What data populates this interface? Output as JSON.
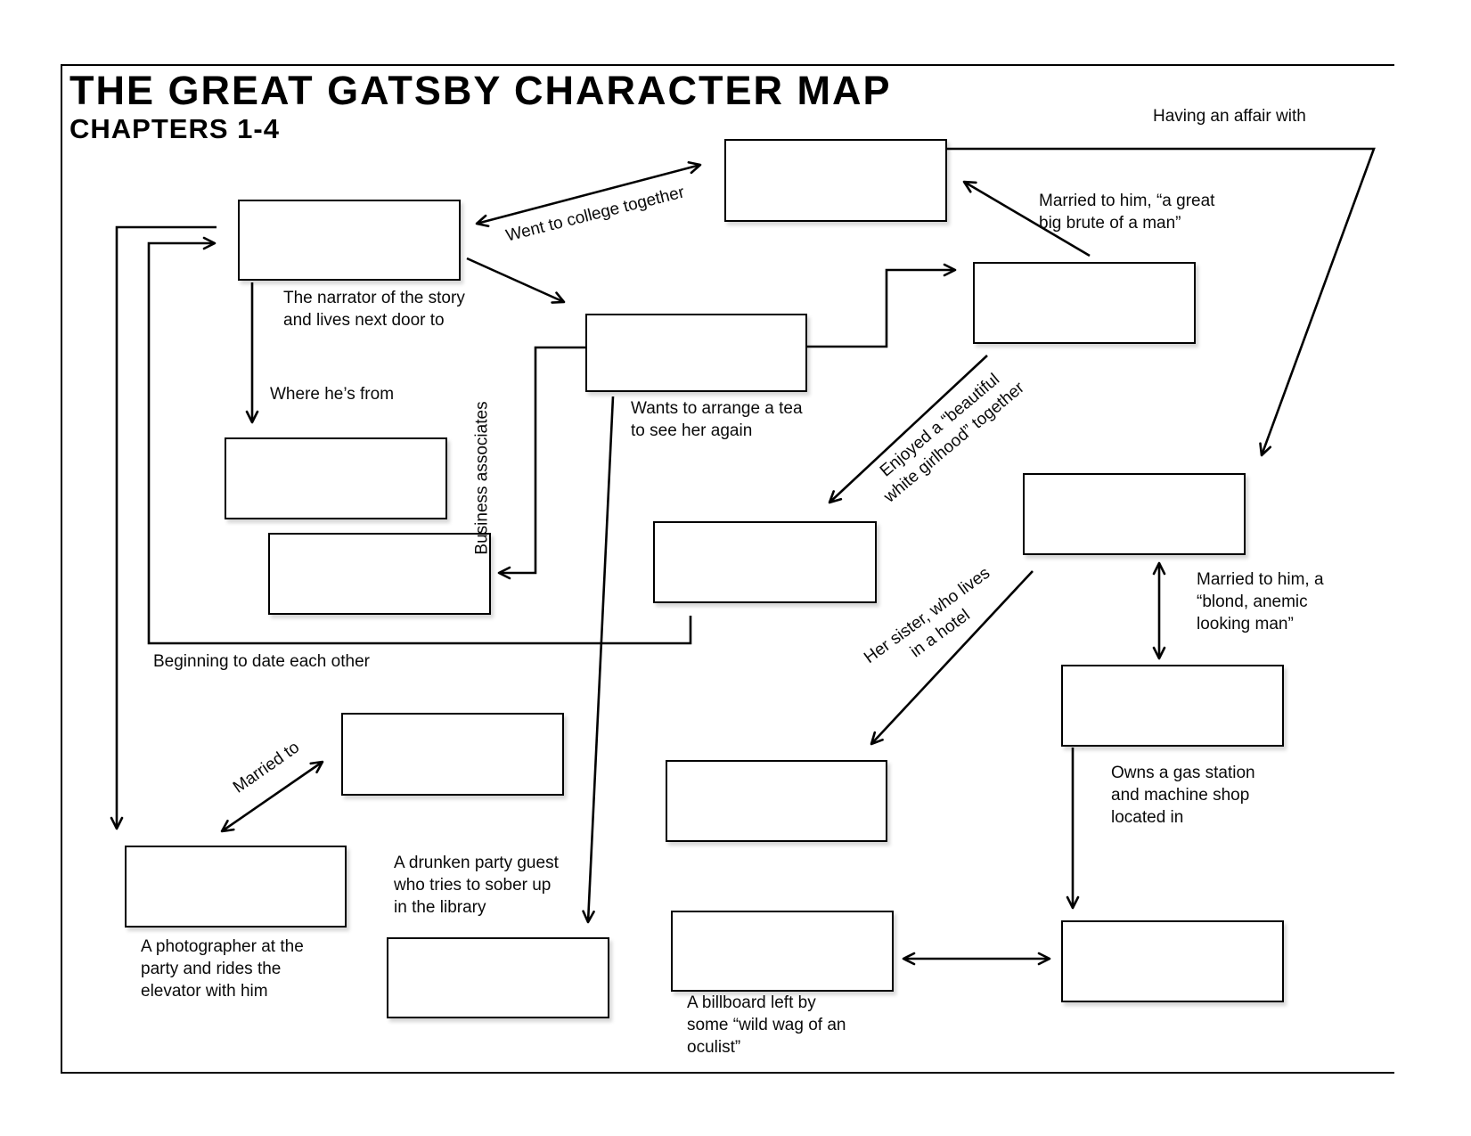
{
  "title": "THE GREAT GATSBY CHARACTER MAP",
  "subtitle": "CHAPTERS 1-4",
  "labels": {
    "having_affair": "Having an affair with",
    "married_brute": "Married to him, “a great\nbig brute of a man”",
    "narrator": "The narrator of the story\nand lives next door to",
    "where_from": "Where he’s from",
    "wants_tea": "Wants to arrange a tea\nto see her again",
    "business_associates": "Business associates",
    "beginning_date": "Beginning to date each other",
    "married_to": "Married to",
    "her_sister": "Her sister, who lives\nin a hotel",
    "girlhood": "Enjoyed a “beautiful\nwhite girlhood” together",
    "college": "Went to college together",
    "married_blond": "Married to him, a\n“blond, anemic\nlooking man”",
    "owns_gas": "Owns a gas station\nand machine shop\nlocated in",
    "photographer": "A photographer at the\nparty and rides the\nelevator with him",
    "drunken_guest": "A drunken party guest\nwho tries to sober up\nin the library",
    "billboard": "A billboard left by\nsome “wild wag of an\noculist”"
  },
  "boxes": [
    {
      "value": ""
    },
    {
      "value": ""
    },
    {
      "value": ""
    },
    {
      "value": ""
    },
    {
      "value": ""
    },
    {
      "value": ""
    },
    {
      "value": ""
    },
    {
      "value": ""
    },
    {
      "value": ""
    },
    {
      "value": ""
    },
    {
      "value": ""
    },
    {
      "value": ""
    },
    {
      "value": ""
    },
    {
      "value": ""
    },
    {
      "value": ""
    }
  ],
  "colors": {
    "ink": "#000000",
    "background": "#ffffff"
  }
}
